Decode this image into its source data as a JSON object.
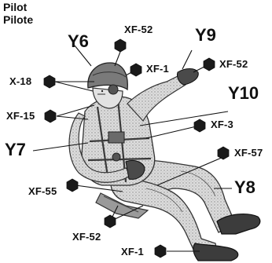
{
  "header": {
    "title_en": "Pilot",
    "title_fr": "Pilote"
  },
  "callouts": {
    "y6": "Y6",
    "y7": "Y7",
    "y8": "Y8",
    "y9": "Y9",
    "y10": "Y10"
  },
  "color_refs": {
    "xf52_top": "XF-52",
    "xf1_helmet": "XF-1",
    "xf52_right": "XF-52",
    "x18": "X-18",
    "xf15": "XF-15",
    "xf3": "XF-3",
    "xf57": "XF-57",
    "xf55": "XF-55",
    "xf52_bottom": "XF-52",
    "xf1_boot": "XF-1"
  },
  "colors": {
    "ink": "#111111",
    "swatch": "#1a1a1a",
    "figure_fill": "#d6d6d6",
    "figure_dark": "#555555",
    "helmet": "#7a7a7a",
    "boots": "#3c3c3c"
  }
}
